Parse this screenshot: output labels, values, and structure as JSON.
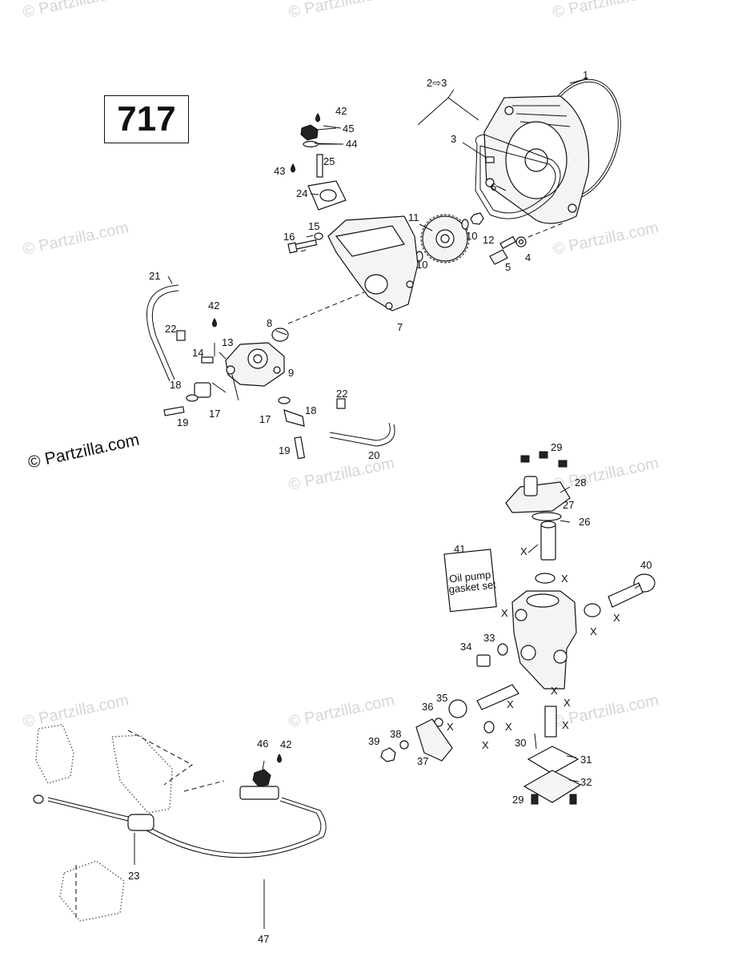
{
  "model_label": "717",
  "copyright_text": "© Partzilla.com",
  "watermark_text": "© Partzilla.com",
  "gasket_set_label": [
    "Oil pump",
    "gasket set"
  ],
  "callouts": {
    "c1": "1",
    "c2_3": "2⇨3",
    "c3": "3",
    "c4": "4",
    "c5": "5",
    "c6": "6",
    "c7": "7",
    "c8": "8",
    "c9": "9",
    "c10a": "10",
    "c10b": "10",
    "c11": "11",
    "c12": "12",
    "c13": "13",
    "c14": "14",
    "c15": "15",
    "c16": "16",
    "c17a": "17",
    "c17b": "17",
    "c18a": "18",
    "c18b": "18",
    "c19a": "19",
    "c19b": "19",
    "c20": "20",
    "c21": "21",
    "c22a": "22",
    "c22b": "22",
    "c23": "23",
    "c24": "24",
    "c25": "25",
    "c26": "26",
    "c27": "27",
    "c28": "28",
    "c29a": "29",
    "c29b": "29",
    "c30": "30",
    "c31": "31",
    "c32": "32",
    "c33": "33",
    "c34": "34",
    "c35": "35",
    "c36": "36",
    "c37": "37",
    "c38": "38",
    "c39": "39",
    "c40": "40",
    "c41": "41",
    "c42a": "42",
    "c42b": "42",
    "c42c": "42",
    "c43": "43",
    "c44": "44",
    "c45": "45",
    "c46": "46",
    "c47": "47"
  },
  "x_marks": {
    "x1": "X",
    "x2": "X",
    "x3": "X",
    "x4": "X",
    "x5": "X",
    "x6": "X",
    "x7": "X",
    "x8": "X",
    "x9": "X",
    "x10": "X",
    "x11": "X",
    "x12": "X"
  }
}
